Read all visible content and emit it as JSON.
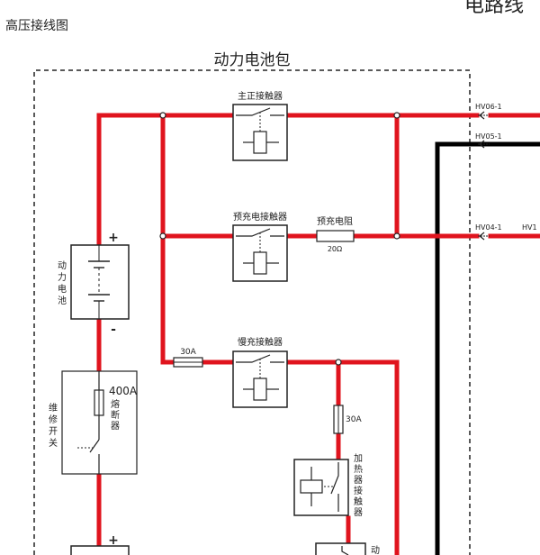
{
  "header": {
    "title": "高压接线图",
    "corner_title": "电路线"
  },
  "pack": {
    "label": "动力电池包"
  },
  "battery": {
    "label_chars": [
      "动",
      "力",
      "电",
      "池"
    ],
    "plus": "+",
    "minus": "-",
    "plus_lower": "+"
  },
  "contactors": {
    "main_positive": "主正接触器",
    "precharge": "预充电接触器",
    "slow_charge": "慢充接触器",
    "heater": "加热器接触器",
    "heater_chars": [
      "加",
      "热",
      "器",
      "接",
      "触",
      "器"
    ]
  },
  "precharge_resistor": {
    "label": "预充电阻",
    "value": "20Ω"
  },
  "fuses": {
    "slow_charge": "30A",
    "heater": "30A",
    "main": "400A",
    "main_label_chars": [
      "熔",
      "断",
      "器"
    ]
  },
  "service_switch": {
    "label_chars": [
      "维",
      "修",
      "开",
      "关"
    ]
  },
  "connectors": {
    "hv06": "HV06-1",
    "hv05": "HV05-1",
    "hv04": "HV04-1",
    "hv1": "HV1"
  },
  "partial": {
    "lower_right_char": "动"
  },
  "colors": {
    "hv_wire": "#e0141e",
    "ground_wire": "#000000",
    "outline": "#222222"
  }
}
